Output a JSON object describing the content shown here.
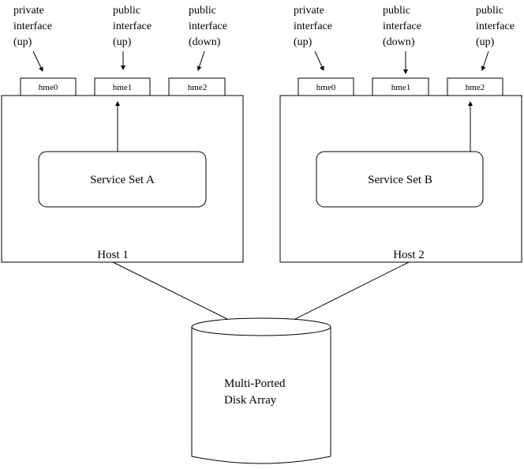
{
  "diagram": {
    "host1": {
      "label": "Host 1",
      "service": "Service Set A",
      "interfaces": [
        {
          "name": "hme0",
          "caption_lines": [
            "private",
            "interface",
            "(up)"
          ]
        },
        {
          "name": "hme1",
          "caption_lines": [
            "public",
            "interface",
            "(up)"
          ]
        },
        {
          "name": "hme2",
          "caption_lines": [
            "public",
            "interface",
            "(down)"
          ]
        }
      ]
    },
    "host2": {
      "label": "Host 2",
      "service": "Service Set B",
      "interfaces": [
        {
          "name": "hme0",
          "caption_lines": [
            "private",
            "interface",
            "(up)"
          ]
        },
        {
          "name": "hme1",
          "caption_lines": [
            "public",
            "interface",
            "(down)"
          ]
        },
        {
          "name": "hme2",
          "caption_lines": [
            "public",
            "interface",
            "(up)"
          ]
        }
      ]
    },
    "disk_array": {
      "lines": [
        "Multi-Ported",
        "Disk Array"
      ]
    }
  }
}
